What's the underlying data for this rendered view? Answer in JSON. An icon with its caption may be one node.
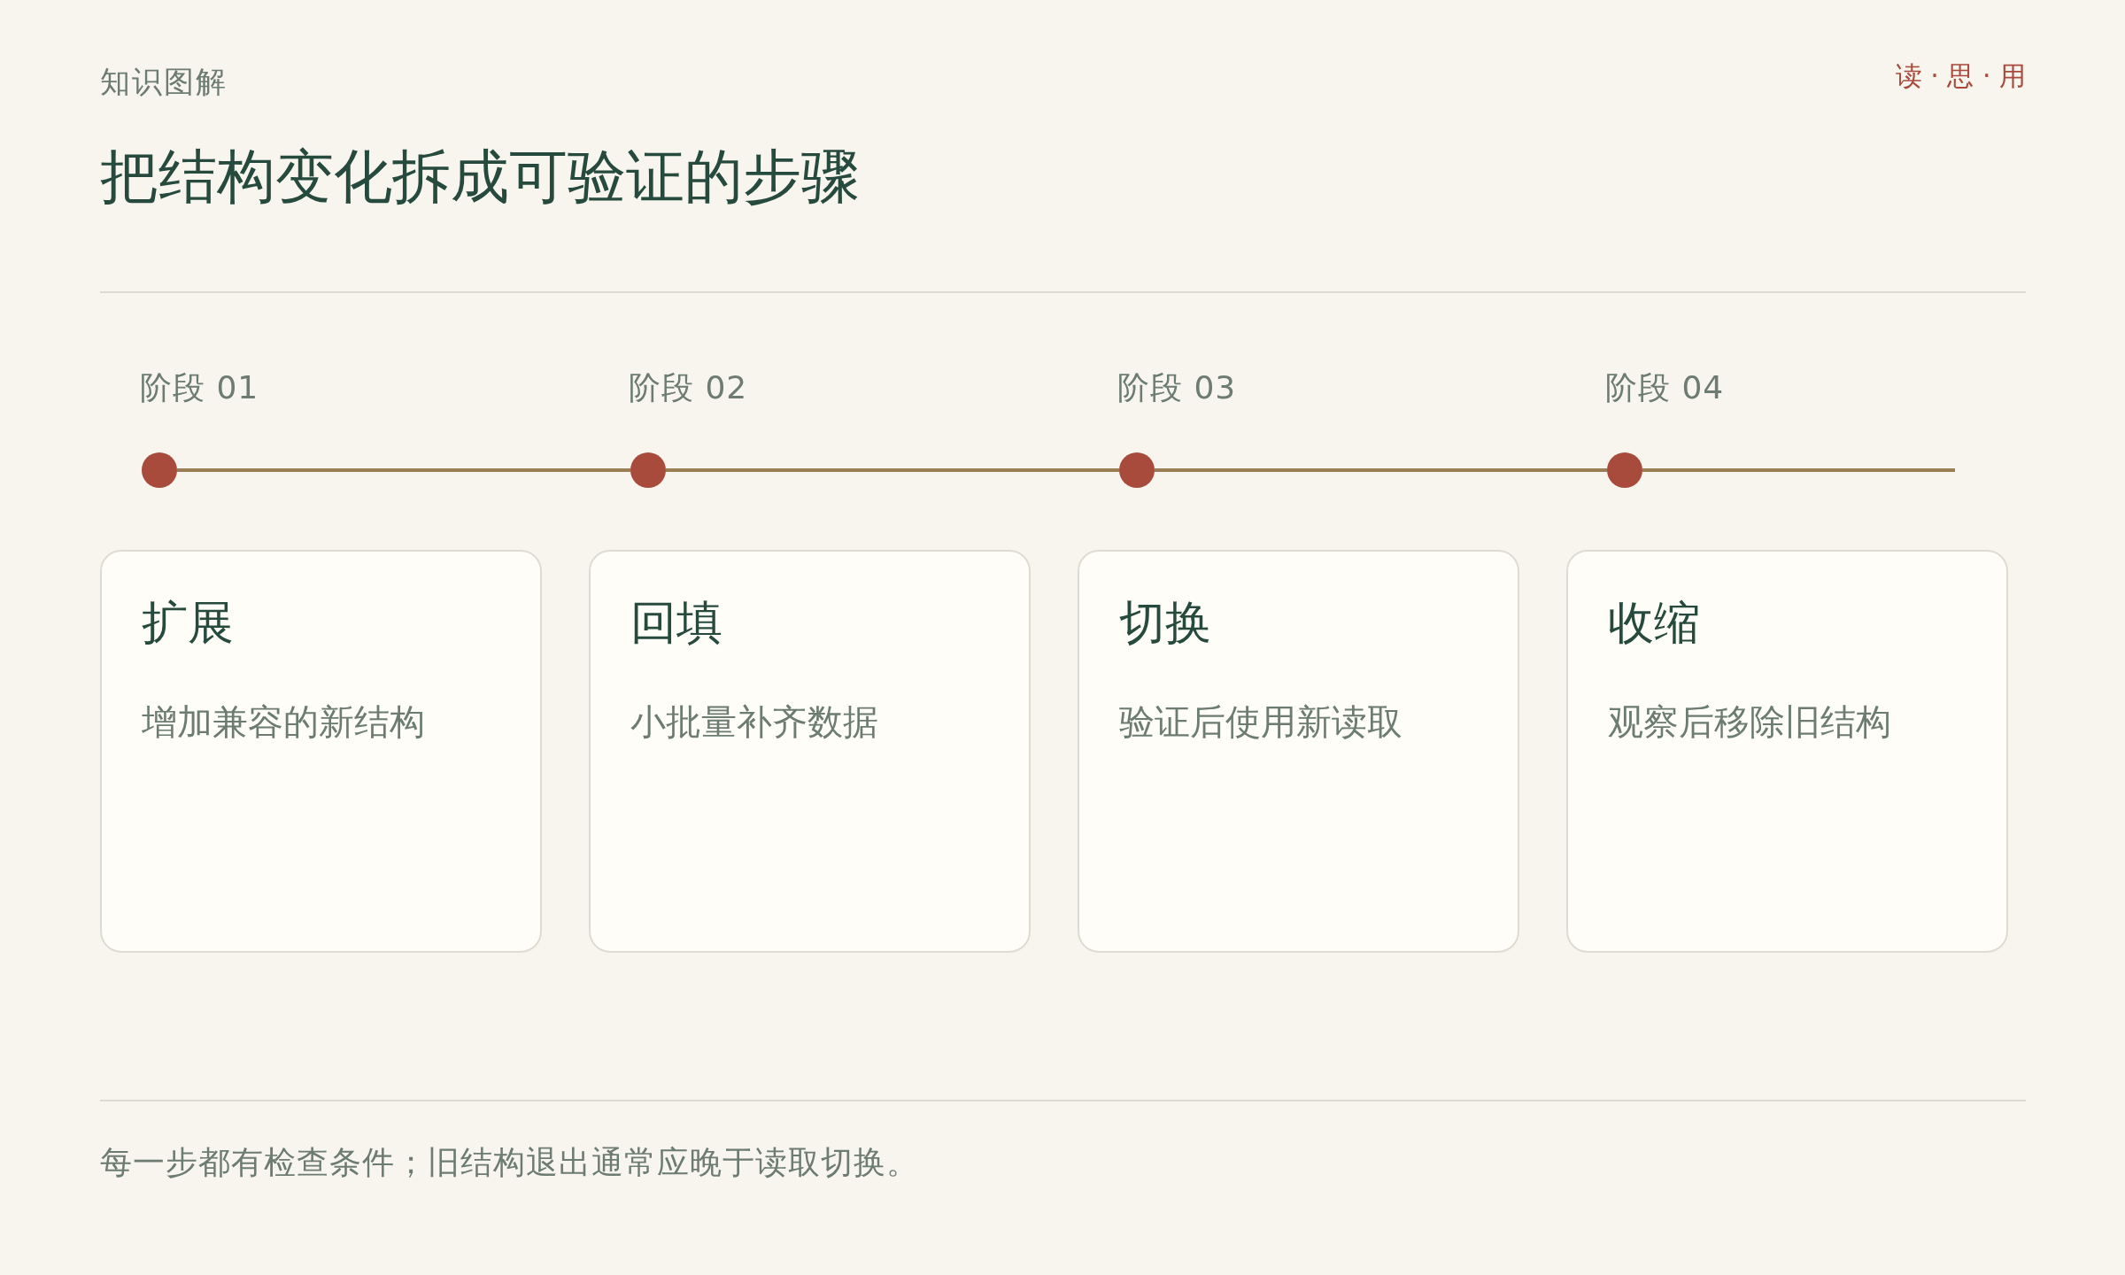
{
  "diagram": {
    "title": "把结构变化拆成可验证的步骤",
    "caption": "每一步都有检查条件；旧结构退出通常应晚于读取切换。",
    "nodes": [
      {
        "text": [],
        "shape": "circle",
        "beside": [
          "阶段 01"
        ]
      },
      {
        "text": [],
        "shape": "circle",
        "beside": [
          "阶段 02"
        ]
      },
      {
        "text": [],
        "shape": "circle",
        "beside": [
          "阶段 03"
        ]
      },
      {
        "text": [],
        "shape": "circle",
        "beside": [
          "阶段 04"
        ]
      },
      {
        "text": [
          "扩展",
          "增加兼容的新结构"
        ]
      },
      {
        "text": [
          "回填",
          "小批量补齐数据"
        ]
      },
      {
        "text": [
          "切换",
          "验证后使用新读取"
        ]
      },
      {
        "text": [
          "收缩",
          "观察后移除旧结构"
        ]
      }
    ],
    "edges": [
      {
        "from": 0,
        "to": 1,
        "arrow": "none"
      },
      {
        "from": 1,
        "to": 2,
        "arrow": "none"
      },
      {
        "from": 2,
        "to": 3,
        "arrow": "none"
      },
      {
        "from": 3,
        "to": null,
        "arrow": "none"
      }
    ],
    "labels": [
      "知识图解",
      "读 · 思 · 用"
    ]
  }
}
